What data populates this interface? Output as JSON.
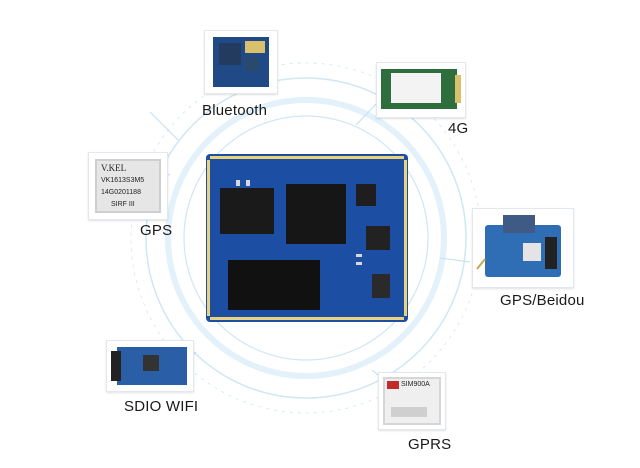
{
  "labels": {
    "bluetooth": "Bluetooth",
    "lte": "4G",
    "gps": "GPS",
    "gps_beidou": "GPS/Beidou",
    "sdio_wifi": "SDIO WIFI",
    "gprs": "GPRS"
  },
  "chip_text": {
    "gps_brand": "V.KEL",
    "gps_model": "VK1613S3M5",
    "gps_code": "14G0201188",
    "gps_sirf": "SIRF III",
    "gprs_model": "SIM900A"
  },
  "colors": {
    "pcb_blue": "#1c4fa3",
    "ring_blue": "#bfe0f2",
    "accent_cyan": "#7fc6ea"
  }
}
